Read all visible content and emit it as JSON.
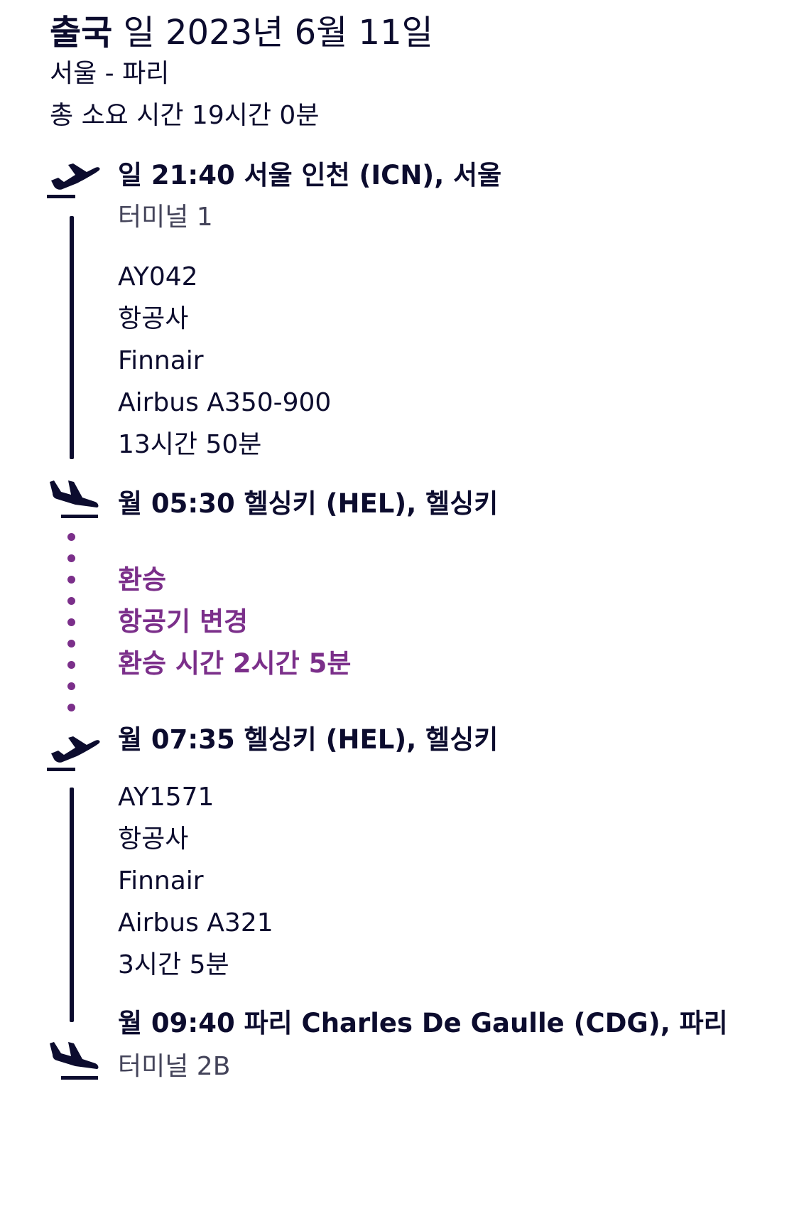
{
  "header": {
    "title_bold": "출국",
    "title_rest": "일 2023년 6월 11일",
    "route": "서울 - 파리",
    "total_duration": "총 소요 시간 19시간 0분"
  },
  "segments": [
    {
      "departure": {
        "text": "일 21:40 서울 인천 (ICN), 서울",
        "terminal": "터미널 1"
      },
      "flight_number": "AY042",
      "airline_label": "항공사",
      "airline": "Finnair",
      "aircraft": "Airbus A350-900",
      "duration": "13시간 50분",
      "arrival": {
        "text": "월 05:30 헬싱키 (HEL), 헬싱키"
      }
    },
    {
      "departure": {
        "text": "월 07:35 헬싱키 (HEL), 헬싱키"
      },
      "flight_number": "AY1571",
      "airline_label": "항공사",
      "airline": "Finnair",
      "aircraft": "Airbus A321",
      "duration": "3시간 5분",
      "arrival": {
        "text": "월 09:40 파리 Charles De Gaulle (CDG), 파리",
        "terminal": "터미널 2B"
      }
    }
  ],
  "transfer": {
    "label": "환승",
    "change": "항공기 변경",
    "time": "환승 시간 2시간 5분"
  },
  "colors": {
    "text": "#0c0c2e",
    "transfer": "#7b2f8a"
  },
  "icons": [
    "plane-takeoff-icon",
    "plane-landing-icon"
  ]
}
